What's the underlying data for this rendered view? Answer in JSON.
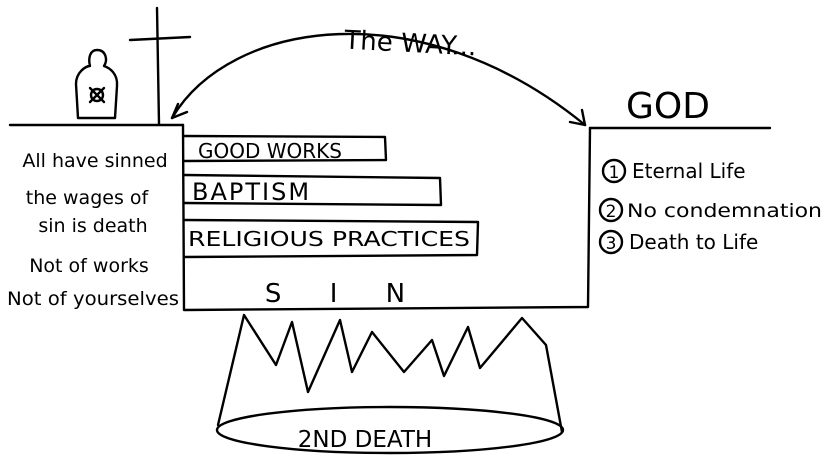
{
  "arc_label": "The WAY...",
  "god_label": "GOD",
  "left_verses": [
    "All have sinned",
    "the wages of",
    "sin is death",
    "Not of works",
    "Not of yourselves"
  ],
  "attempts": [
    "GOOD WORKS",
    "BAPTISM",
    "RELIGIOUS PRACTICES"
  ],
  "gap_label": "S I N",
  "benefits": [
    {
      "num": "1",
      "text": "Eternal Life"
    },
    {
      "num": "2",
      "text": "No condemnation"
    },
    {
      "num": "3",
      "text": "Death to Life"
    }
  ],
  "hell_label": "2ND DEATH",
  "colors": {
    "ink": "#000000",
    "paper": "#ffffff"
  }
}
